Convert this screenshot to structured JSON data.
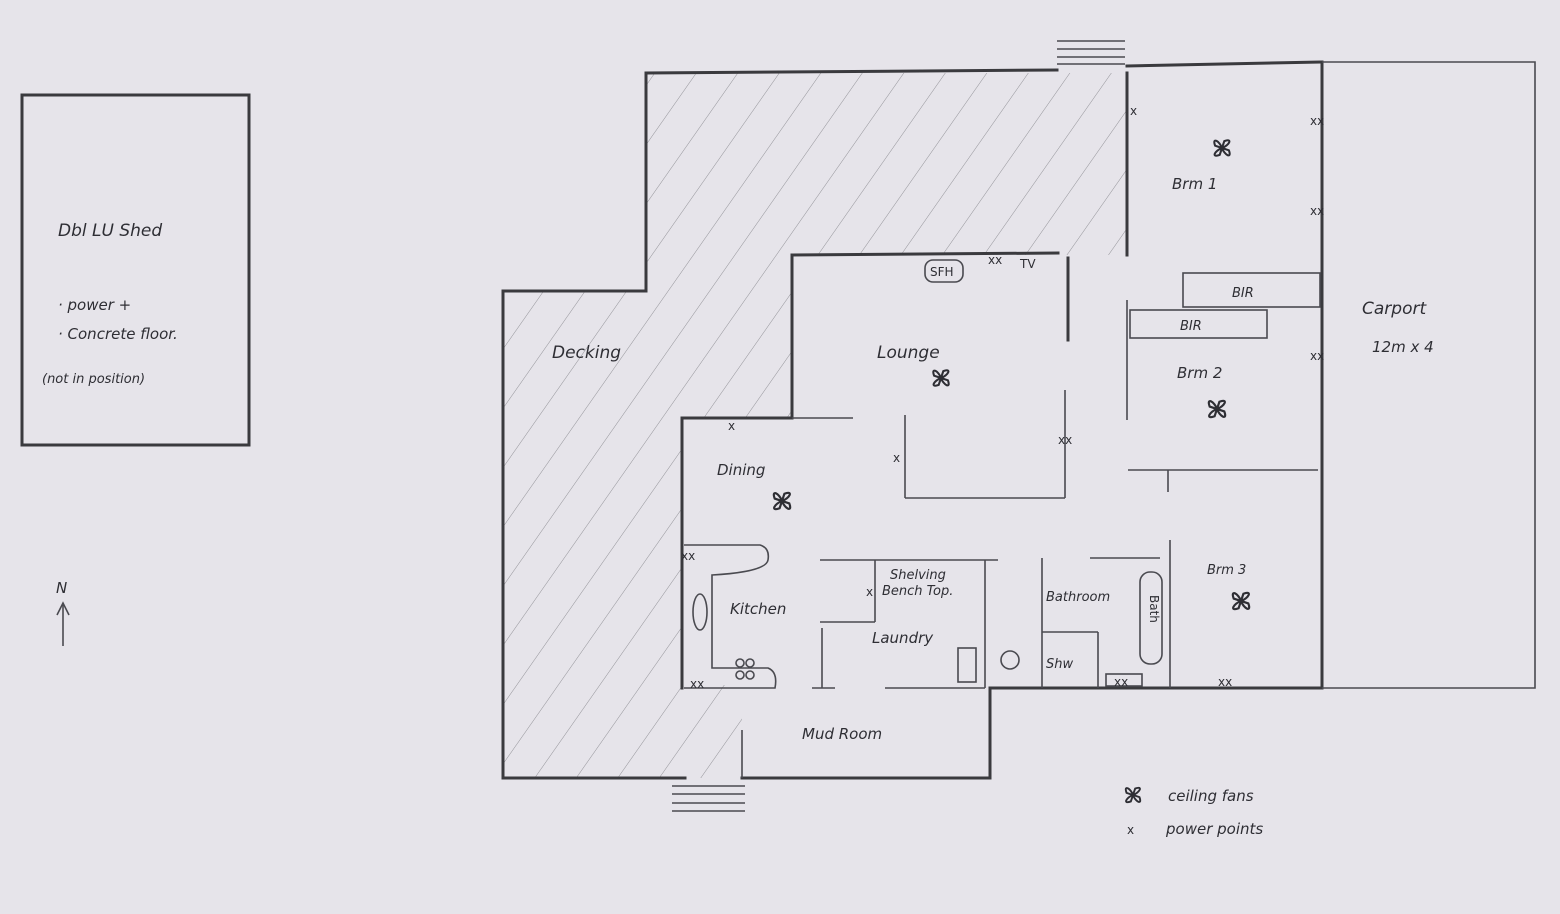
{
  "shed": {
    "title": "Dbl LU Shed",
    "note_1": "· power +",
    "note_2": "· Concrete floor.",
    "note_3": "(not in position)"
  },
  "compass": {
    "label": "N"
  },
  "rooms": {
    "decking": "Decking",
    "lounge": "Lounge",
    "dining": "Dining",
    "kitchen": "Kitchen",
    "shelving": "Shelving",
    "bench_top": "Bench Top.",
    "laundry": "Laundry",
    "mud_room": "Mud Room",
    "bathroom": "Bathroom",
    "bath": "Bath",
    "shower": "Shw",
    "bedroom_1": "Brm 1",
    "bedroom_2": "Brm 2",
    "bedroom_3": "Brm 3",
    "bir_upper": "BIR",
    "bir_lower": "BIR",
    "sfh": "SFH",
    "tv": "TV",
    "carport": "Carport",
    "carport_size": "12m x 4"
  },
  "legend": {
    "ceiling_fans": "ceiling fans",
    "power_points": "power points",
    "power_symbol": "x"
  },
  "markers": {
    "power_single": "x",
    "power_double": "xx"
  },
  "colors": {
    "ink": "#3a3a3e",
    "paper": "#e6e4ea"
  }
}
